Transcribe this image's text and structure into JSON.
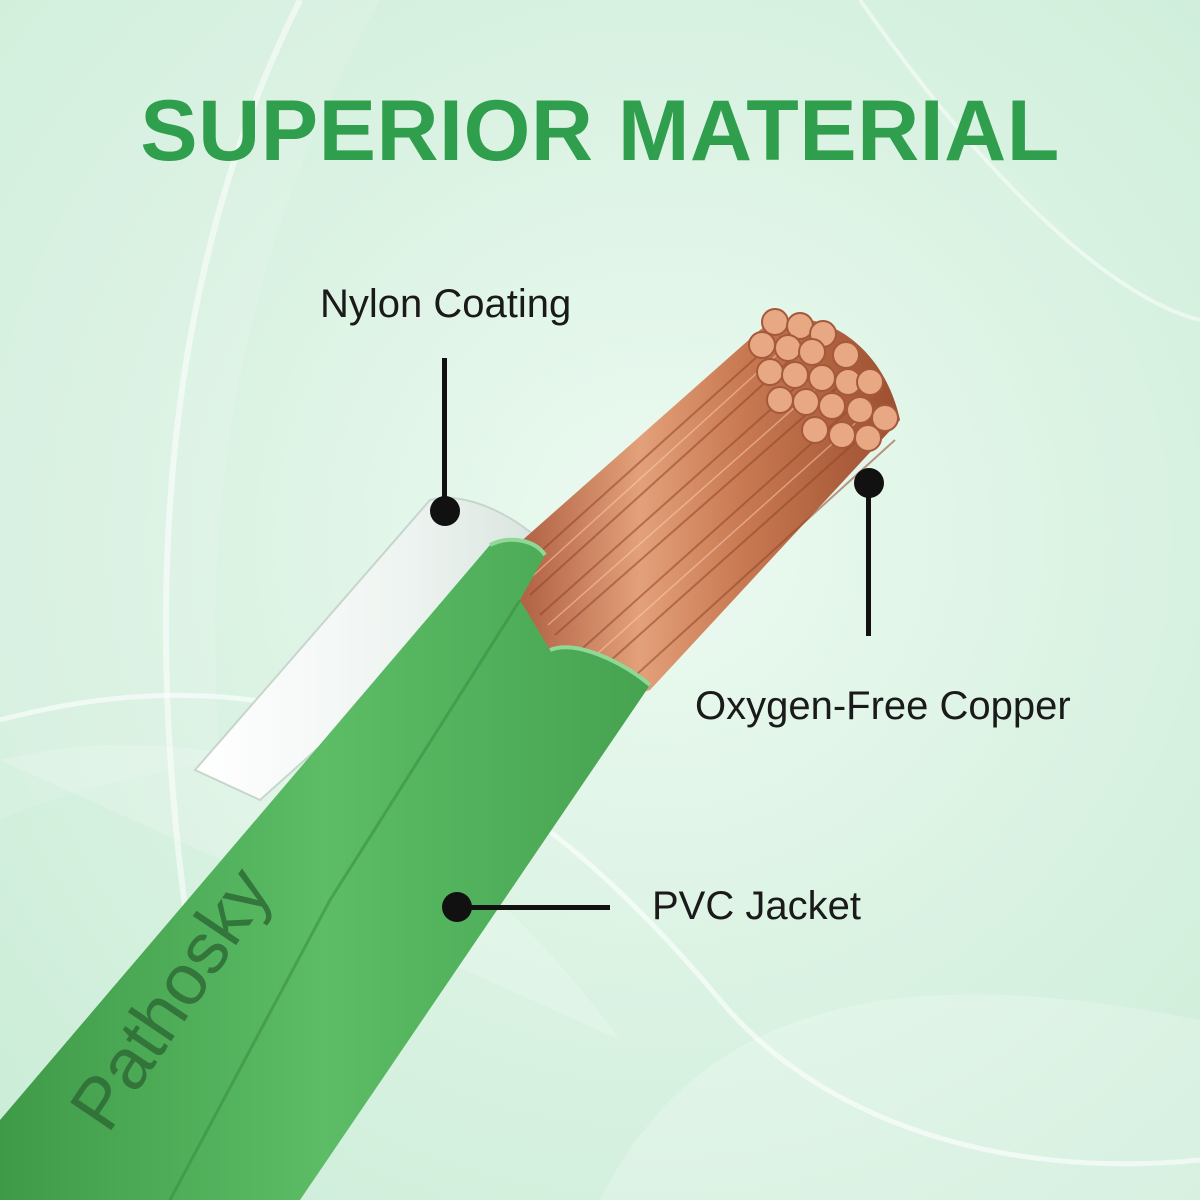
{
  "title": "SUPERIOR MATERIAL",
  "labels": {
    "nylon_coating": "Nylon Coating",
    "copper": "Oxygen-Free Copper",
    "pvc_jacket": "PVC Jacket"
  },
  "brand_print": "Pathosky",
  "colors": {
    "title_green": "#2f9e4d",
    "jacket_green": "#56b65f",
    "jacket_dark": "#3f9a48",
    "nylon_white": "#f4f8f6",
    "copper": "#c9774f",
    "copper_light": "#e8a57e",
    "copper_dark": "#9c4f30",
    "background": "#dcf3e4",
    "callout": "#111111"
  }
}
